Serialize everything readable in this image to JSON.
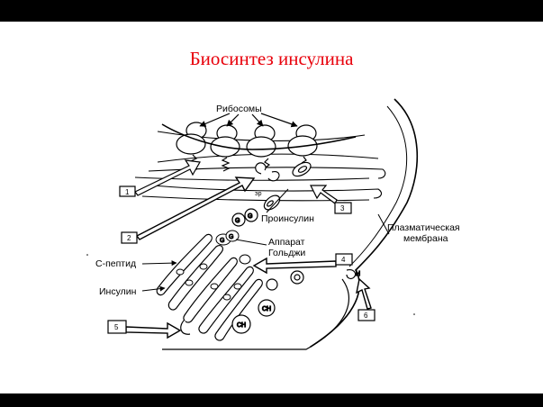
{
  "slide": {
    "title": "Биосинтез инсулина",
    "title_color": "#e8000b"
  },
  "diagram": {
    "labels": {
      "ribosomes": "Рибосомы",
      "er": "эр",
      "proinsulin": "Проинсулин",
      "golgi_line1": "Аппарат",
      "golgi_line2": "Гольджи",
      "c_peptide": "С-пептид",
      "insulin": "Инсулин",
      "membrane_line1": "Плазматическая",
      "membrane_line2": "мембрана"
    },
    "steps": [
      "1",
      "2",
      "3",
      "4",
      "5",
      "6"
    ]
  }
}
